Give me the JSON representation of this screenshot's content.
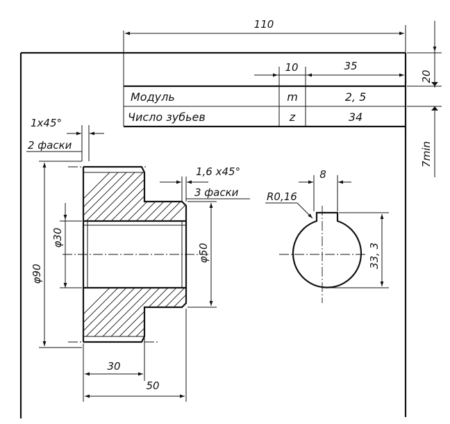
{
  "title_table": {
    "columns_widths_labels": {
      "width_total": "110",
      "col_sym": "10",
      "col_val": "35",
      "row_height": "20",
      "min_gap": "7min"
    },
    "rows": [
      {
        "name": "Модуль",
        "symbol": "m",
        "value": "2, 5"
      },
      {
        "name": "Число зубьев",
        "symbol": "z",
        "value": "34"
      }
    ]
  },
  "gear_view": {
    "chamfer_outer_size": "1x45°",
    "chamfer_outer_count": "2 фаски",
    "chamfer_hub_size": "1,6 x45°",
    "chamfer_hub_count": "3 фаски",
    "dia_outer": "φ90",
    "dia_bore": "φ30",
    "dia_hub": "φ50",
    "width_rim": "30",
    "width_total": "50"
  },
  "keyway_view": {
    "key_width": "8",
    "fillet_radius": "R0,16",
    "key_depth": "33, 3"
  }
}
